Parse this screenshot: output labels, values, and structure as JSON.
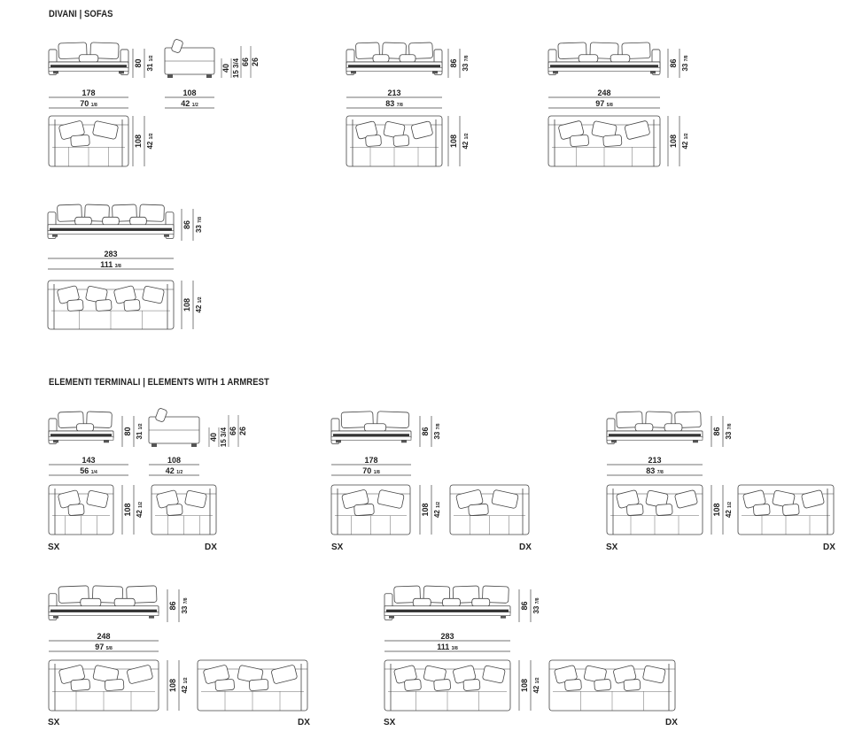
{
  "headings": {
    "sofas": "DIVANI | SOFAS",
    "elements": "ELEMENTI TERMINALI  | ELEMENTS WITH 1 ARMREST"
  },
  "colors": {
    "line": "#444444",
    "ink": "#222222",
    "shade": "#8a8a8a"
  },
  "side_labels": {
    "left": "SX",
    "right": "DX"
  },
  "sofas": [
    {
      "width_cm": "178",
      "width_in": "70",
      "width_in_frac": "1/8",
      "height_cm": "80",
      "height_in": "31",
      "height_in_frac": "1/2",
      "depth_cm": "108",
      "depth_in": "42",
      "depth_in_frac": "1/2",
      "side_view": {
        "depth_cm": "108",
        "depth_in": "42",
        "depth_in_frac": "1/2",
        "dims": [
          "40",
          "15 3/4",
          "66",
          "26"
        ]
      }
    },
    {
      "width_cm": "213",
      "width_in": "83",
      "width_in_frac": "7/8",
      "height_cm": "86",
      "height_in": "33",
      "height_in_frac": "7/8",
      "depth_cm": "108",
      "depth_in": "42",
      "depth_in_frac": "1/2"
    },
    {
      "width_cm": "248",
      "width_in": "97",
      "width_in_frac": "5/8",
      "height_cm": "86",
      "height_in": "33",
      "height_in_frac": "7/8",
      "depth_cm": "108",
      "depth_in": "42",
      "depth_in_frac": "1/2"
    },
    {
      "width_cm": "283",
      "width_in": "111",
      "width_in_frac": "3/8",
      "height_cm": "86",
      "height_in": "33",
      "height_in_frac": "7/8",
      "depth_cm": "108",
      "depth_in": "42",
      "depth_in_frac": "1/2"
    }
  ],
  "elements": [
    {
      "width_cm": "143",
      "width_in": "56",
      "width_in_frac": "1/4",
      "height_cm": "80",
      "height_in": "31",
      "height_in_frac": "1/2",
      "depth_cm": "108",
      "depth_in": "42",
      "depth_in_frac": "1/2",
      "side_view": {
        "depth_cm": "108",
        "depth_in": "42",
        "depth_in_frac": "1/2",
        "dims": [
          "40",
          "15 3/4",
          "66",
          "26"
        ]
      }
    },
    {
      "width_cm": "178",
      "width_in": "70",
      "width_in_frac": "1/8",
      "height_cm": "86",
      "height_in": "33",
      "height_in_frac": "7/8",
      "depth_cm": "108",
      "depth_in": "42",
      "depth_in_frac": "1/2"
    },
    {
      "width_cm": "213",
      "width_in": "83",
      "width_in_frac": "7/8",
      "height_cm": "86",
      "height_in": "33",
      "height_in_frac": "7/8",
      "depth_cm": "108",
      "depth_in": "42",
      "depth_in_frac": "1/2"
    },
    {
      "width_cm": "248",
      "width_in": "97",
      "width_in_frac": "5/8",
      "height_cm": "86",
      "height_in": "33",
      "height_in_frac": "7/8",
      "depth_cm": "108",
      "depth_in": "42",
      "depth_in_frac": "1/2"
    },
    {
      "width_cm": "283",
      "width_in": "111",
      "width_in_frac": "3/8",
      "height_cm": "86",
      "height_in": "33",
      "height_in_frac": "7/8",
      "depth_cm": "108",
      "depth_in": "42",
      "depth_in_frac": "1/2"
    }
  ]
}
